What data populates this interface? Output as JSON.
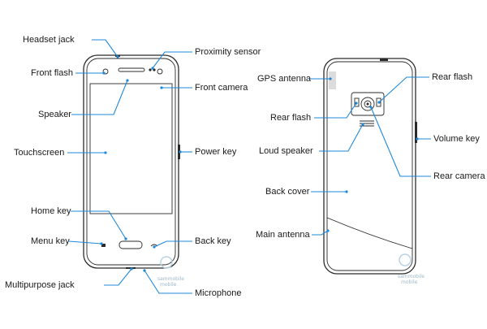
{
  "front_labels": {
    "headset_jack": "Headset jack",
    "front_flash": "Front flash",
    "speaker": "Speaker",
    "touchscreen": "Touchscreen",
    "home_key": "Home key",
    "menu_key": "Menu key",
    "multipurpose_jack": "Multipurpose jack",
    "proximity_sensor": "Proximity sensor",
    "front_camera": "Front camera",
    "power_key": "Power key",
    "back_key": "Back key",
    "microphone": "Microphone"
  },
  "back_labels": {
    "gps_antenna": "GPS antenna",
    "rear_flash_left": "Rear flash",
    "loud_speaker": "Loud speaker",
    "back_cover": "Back cover",
    "main_antenna": "Main antenna",
    "rear_flash_right": "Rear flash",
    "volume_key": "Volume key",
    "rear_camera": "Rear camera"
  },
  "watermark": {
    "line1": "sammobile",
    "line2": "mobile"
  },
  "colors": {
    "leader": "#1e88d8",
    "outline": "#2b2b2b",
    "gps_patch": "#dcdcdc"
  }
}
